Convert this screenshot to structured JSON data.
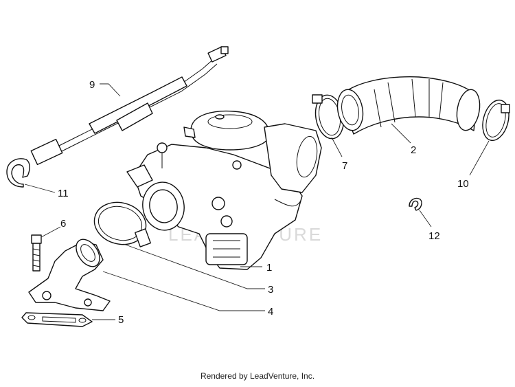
{
  "callouts": [
    {
      "id": "1",
      "text": "1"
    },
    {
      "id": "2",
      "text": "2"
    },
    {
      "id": "3",
      "text": "3"
    },
    {
      "id": "4",
      "text": "4"
    },
    {
      "id": "5",
      "text": "5"
    },
    {
      "id": "6",
      "text": "6"
    },
    {
      "id": "7",
      "text": "7"
    },
    {
      "id": "9",
      "text": "9"
    },
    {
      "id": "10",
      "text": "10"
    },
    {
      "id": "11",
      "text": "11"
    },
    {
      "id": "12",
      "text": "12"
    }
  ],
  "watermark": "LEADVENTURE",
  "footer": "Rendered by LeadVenture, Inc."
}
